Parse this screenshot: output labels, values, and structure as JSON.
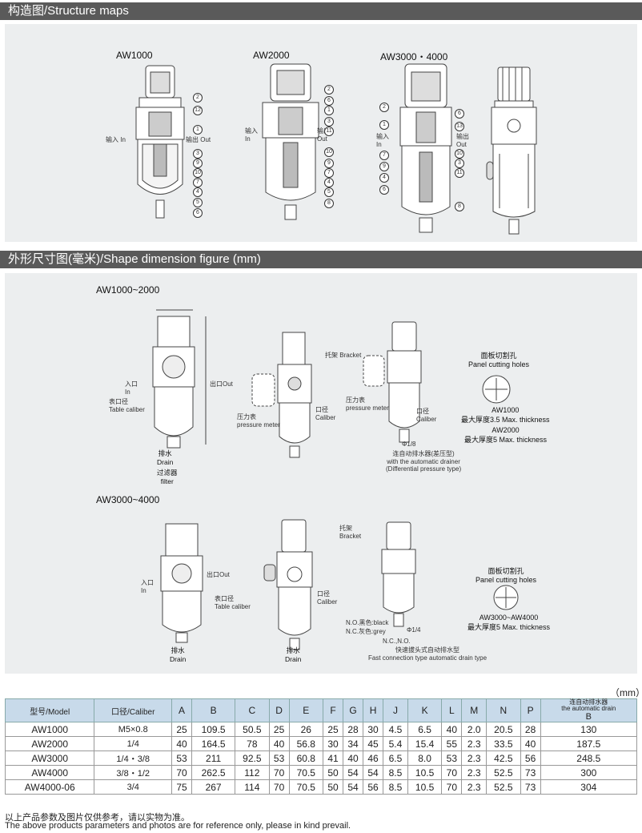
{
  "sections": {
    "structure": "构造图/Structure maps",
    "shape": "外形尺寸图(毫米)/Shape dimension figure (mm)"
  },
  "structure": {
    "models": [
      "AW1000",
      "AW2000",
      "AW3000・4000"
    ],
    "in_label_cn": "输入",
    "in_label": "In",
    "out_label_cn": "输出",
    "out_label": "Out",
    "aw1000_callouts": [
      "2",
      "12",
      "1",
      "3",
      "9",
      "10",
      "7",
      "4",
      "5",
      "6"
    ],
    "aw2000_callouts": [
      "2",
      "6",
      "1",
      "3",
      "11",
      "10",
      "9",
      "7",
      "4",
      "5",
      "8"
    ],
    "aw3000_left_callouts": [
      "2",
      "1",
      "7",
      "9",
      "4",
      "6"
    ],
    "aw3000_right_callouts": [
      "6",
      "13",
      "10",
      "3",
      "11",
      "8"
    ]
  },
  "shape": {
    "group1": "AW1000~2000",
    "group2": "AW3000~4000",
    "letters": [
      "A",
      "B",
      "C",
      "D",
      "E",
      "F",
      "G",
      "H",
      "J",
      "K",
      "L",
      "M",
      "N",
      "P"
    ],
    "inlet": "入口",
    "inlet_en": "In",
    "outlet": "出口Out",
    "caliber_cn": "表口径",
    "caliber_en": "Table caliber",
    "drain_cn": "排水",
    "drain_en": "Drain",
    "filter_cn": "过滤器",
    "filter_en": "filter",
    "bracket_cn": "托架",
    "bracket_en": "Bracket",
    "gauge_cn": "压力表",
    "gauge_en": "pressure meter",
    "port_cn": "口径",
    "port_en": "Caliber",
    "auto_drain_cn": "连自动排水器(差压型)",
    "auto_drain_en1": "with the automatic drainer",
    "auto_drain_en2": "(Differential pressure type)",
    "thread": "Φ1/8",
    "thread2": "Φ1/4",
    "panel_cn": "面板切割孔",
    "panel_en": "Panel cutting holes",
    "panel1_model": "AW1000",
    "panel1_thick": "最大厚度3.5 Max. thickness",
    "panel2_model": "AW2000",
    "panel2_thick": "最大厚度5 Max. thickness",
    "panel3_model": "AW3000~AW4000",
    "panel3_thick": "最大厚度5 Max. thickness",
    "nc_line1": "N.O.黑色:black",
    "nc_line2": "N.C.灰色:grey",
    "nc_line3": "N.C.,N.O.",
    "fast_cn": "快速拔头式自动排水型",
    "fast_en": "Fast connection type automatic drain type"
  },
  "table": {
    "unit": "（mm）",
    "headers": [
      "型号/Model",
      "口径/Caliber",
      "A",
      "B",
      "C",
      "D",
      "E",
      "F",
      "G",
      "H",
      "J",
      "K",
      "L",
      "M",
      "N",
      "P"
    ],
    "drain_header_cn": "连自动排水器",
    "drain_header_en": "the automatic drain",
    "drain_header_sub": "B",
    "rows": [
      [
        "AW1000",
        "M5×0.8",
        "25",
        "109.5",
        "50.5",
        "25",
        "26",
        "25",
        "28",
        "30",
        "4.5",
        "6.5",
        "40",
        "2.0",
        "20.5",
        "28",
        "130"
      ],
      [
        "AW2000",
        "1/4",
        "40",
        "164.5",
        "78",
        "40",
        "56.8",
        "30",
        "34",
        "45",
        "5.4",
        "15.4",
        "55",
        "2.3",
        "33.5",
        "40",
        "187.5"
      ],
      [
        "AW3000",
        "1/4・3/8",
        "53",
        "211",
        "92.5",
        "53",
        "60.8",
        "41",
        "40",
        "46",
        "6.5",
        "8.0",
        "53",
        "2.3",
        "42.5",
        "56",
        "248.5"
      ],
      [
        "AW4000",
        "3/8・1/2",
        "70",
        "262.5",
        "112",
        "70",
        "70.5",
        "50",
        "54",
        "54",
        "8.5",
        "10.5",
        "70",
        "2.3",
        "52.5",
        "73",
        "300"
      ],
      [
        "AW4000-06",
        "3/4",
        "75",
        "267",
        "114",
        "70",
        "70.5",
        "50",
        "54",
        "56",
        "8.5",
        "10.5",
        "70",
        "2.3",
        "52.5",
        "73",
        "304"
      ]
    ]
  },
  "footer": {
    "cn": "以上产品参数及图片仅供参考，请以实物为准。",
    "en": "The above products parameters and photos are for reference only, please in kind prevail."
  }
}
